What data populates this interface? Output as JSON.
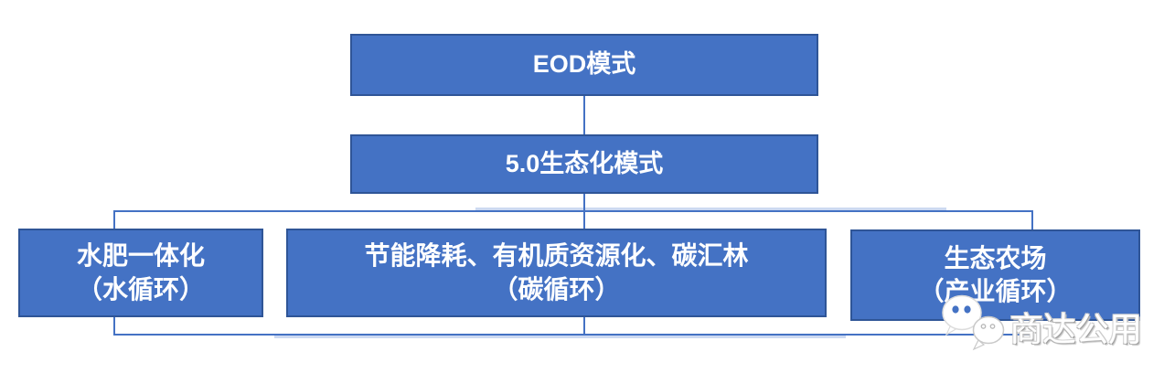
{
  "diagram": {
    "colors": {
      "node_fill": "#4472C4",
      "node_border": "#2F5597",
      "connector": "#4472C4",
      "connector_light": "#C3D2EE",
      "node_text": "#FFFFFF"
    },
    "nodes": [
      {
        "id": "eod",
        "lines": [
          "EOD模式"
        ]
      },
      {
        "id": "eco-mode",
        "lines": [
          "5.0生态化模式"
        ]
      },
      {
        "id": "water-cycle",
        "lines": [
          "水肥一体化",
          "（水循环）"
        ]
      },
      {
        "id": "carbon-cycle",
        "lines": [
          "节能降耗、有机质资源化、碳汇林",
          "（碳循环）"
        ]
      },
      {
        "id": "industry-cycle",
        "lines": [
          "生态农场",
          "（产业循环）"
        ]
      }
    ]
  },
  "watermark": {
    "icon": "wechat-icon",
    "text": "商达公用"
  }
}
